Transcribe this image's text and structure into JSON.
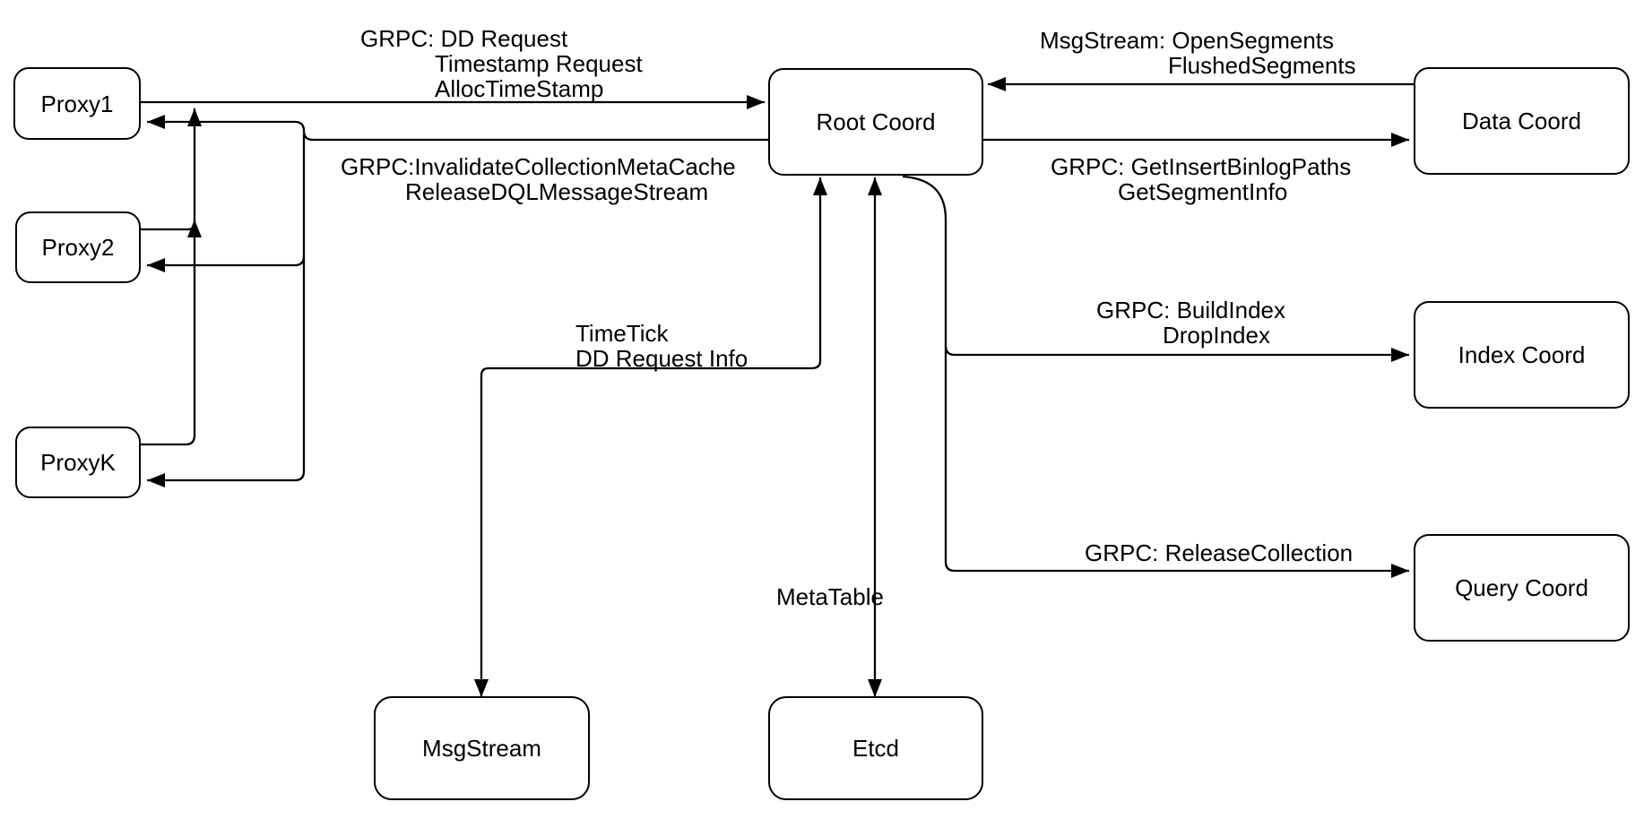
{
  "diagram": {
    "stroke_color": "#000000",
    "background_color": "#ffffff",
    "nodes": {
      "proxy1": {
        "label": "Proxy1"
      },
      "proxy2": {
        "label": "Proxy2"
      },
      "proxyk": {
        "label": "ProxyK"
      },
      "root_coord": {
        "label": "Root Coord"
      },
      "data_coord": {
        "label": "Data Coord"
      },
      "index_coord": {
        "label": "Index Coord"
      },
      "query_coord": {
        "label": "Query Coord"
      },
      "msgstream": {
        "label": "MsgStream"
      },
      "etcd": {
        "label": "Etcd"
      }
    },
    "edge_labels": {
      "proxy_to_root": {
        "line1": "GRPC: DD Request",
        "line2": "Timestamp Request",
        "line3": "AllocTimeStamp"
      },
      "root_to_proxy": {
        "line1": "GRPC:InvalidateCollectionMetaCache",
        "line2": "ReleaseDQLMessageStream"
      },
      "data_to_root": {
        "line1": "MsgStream: OpenSegments",
        "line2": "FlushedSegments"
      },
      "root_to_data": {
        "line1": "GRPC: GetInsertBinlogPaths",
        "line2": "GetSegmentInfo"
      },
      "root_to_index": {
        "line1": "GRPC: BuildIndex",
        "line2": "DropIndex"
      },
      "root_to_query": {
        "line1": "GRPC: ReleaseCollection"
      },
      "root_to_msgstream": {
        "line1": "TimeTick",
        "line2": "DD Request Info"
      },
      "root_to_etcd": {
        "line1": "MetaTable"
      }
    }
  }
}
